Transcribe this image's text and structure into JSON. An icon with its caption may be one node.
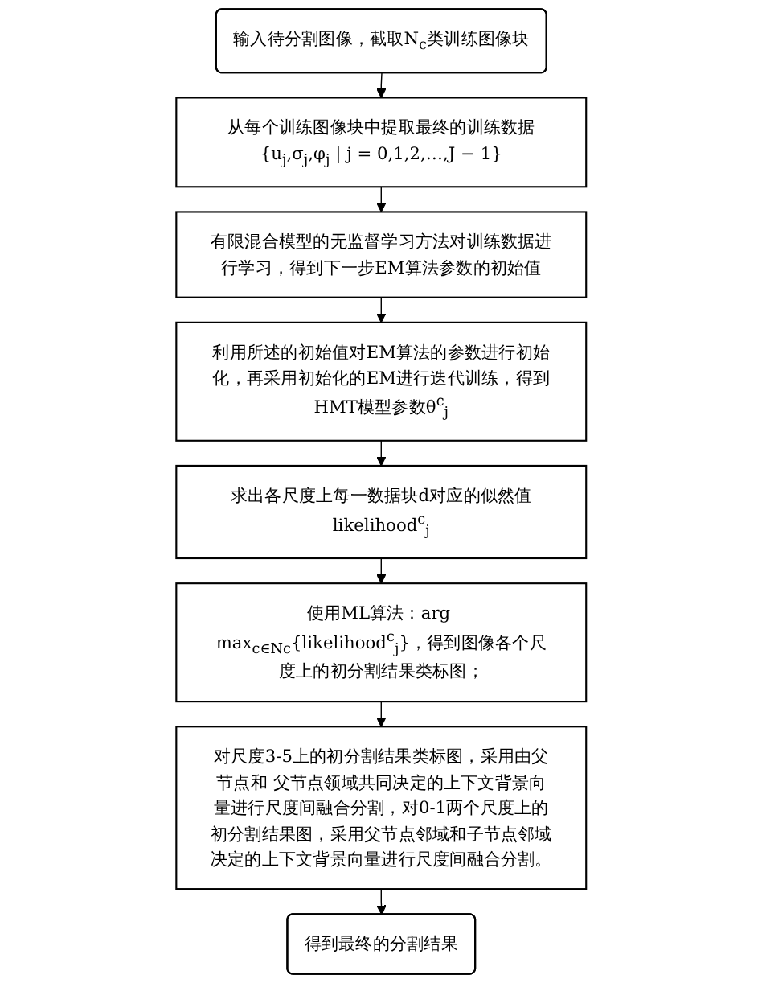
{
  "diagram": {
    "nodes": [
      {
        "text": [
          "输入待分割图像，截取N$_{c}$类训练图像块"
        ]
      },
      {
        "text": [
          "从每个训练图像块中提取最终的训练数据{u$_{j}$,σ$_{j}$,φ$_{j}$ | j = 0,1,2,…,J − 1}"
        ]
      },
      {
        "text": [
          "有限混合模型的无监督学习方法对训练数据进行学习，得到下一步EM算法参数的初始值"
        ]
      },
      {
        "text": [
          "利用所述的初始值对EM算法的参数进行初始化，再采用初始化的EM进行迭代训练，得到HMT模型参数θ$^{c}$$_{j}$"
        ]
      },
      {
        "text": [
          "求出各尺度上每一数据块d对应的似然值likelihood$^{c}$$_{j}$"
        ]
      },
      {
        "text": [
          "使用ML算法：arg max$_{c∈Nc}${likelihood$^{c}$$_{j}$}，得到图像各个尺度上的初分割结果类标图；"
        ]
      },
      {
        "text": [
          "对尺度3-5上的初分割结果类标图，采用由父节点和 父节点领域共同决定的上下文背景向量进行尺度间融合分割，对0-1两个尺度上的初分割结果图，采用父节点邻域和子节点邻域决定的上下文背景向量进行尺度间融合分割。"
        ]
      },
      {
        "text": [
          "得到最终的分割结果"
        ]
      }
    ],
    "edges": [
      {
        "from": 0,
        "to": 1,
        "arrow": "to"
      },
      {
        "from": 1,
        "to": 2,
        "arrow": "to"
      },
      {
        "from": 2,
        "to": 3,
        "arrow": "to"
      },
      {
        "from": 3,
        "to": 4,
        "arrow": "to"
      },
      {
        "from": 4,
        "to": 5,
        "arrow": "to"
      },
      {
        "from": 5,
        "to": 6,
        "arrow": "to"
      },
      {
        "from": 6,
        "to": 7,
        "arrow": "to"
      }
    ]
  }
}
